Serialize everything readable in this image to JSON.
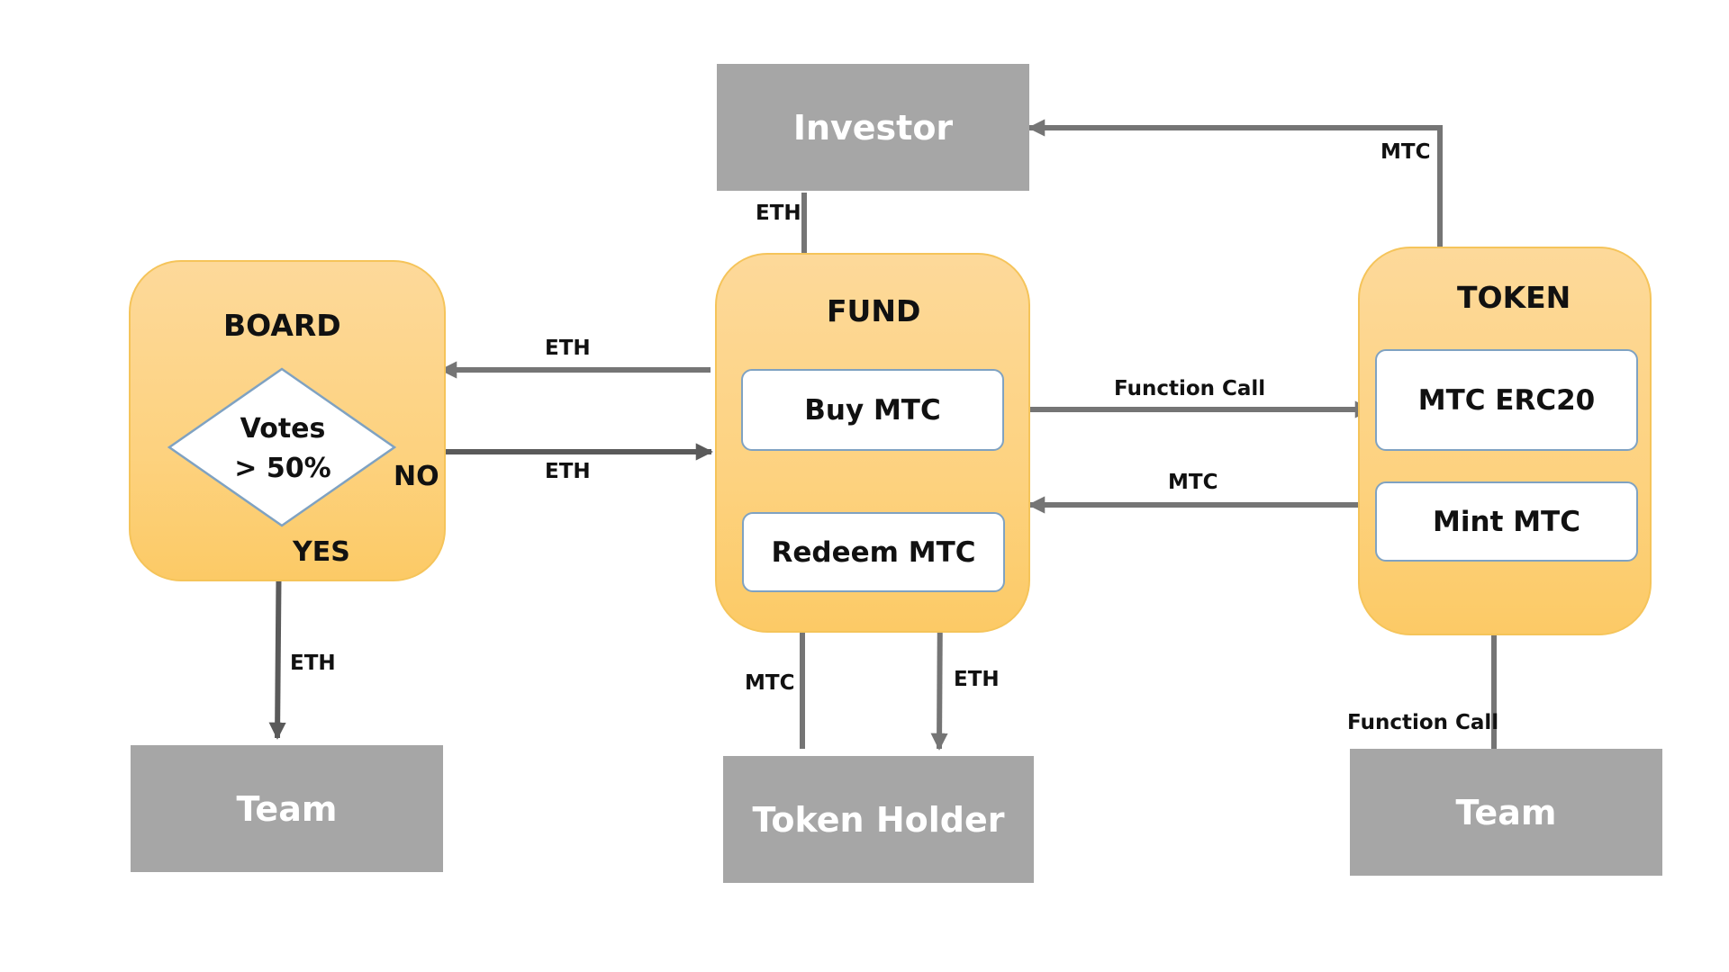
{
  "actors": {
    "investor": "Investor",
    "team_left": "Team",
    "token_holder": "Token Holder",
    "team_right": "Team"
  },
  "groups": {
    "board": {
      "title": "BOARD",
      "decision": {
        "line1": "Votes",
        "line2": "> 50%"
      },
      "no_label": "NO",
      "yes_label": "YES"
    },
    "fund": {
      "title": "FUND",
      "buy": "Buy MTC",
      "redeem": "Redeem MTC"
    },
    "token": {
      "title": "TOKEN",
      "erc20": "MTC ERC20",
      "mint": "Mint MTC"
    }
  },
  "flows": {
    "investor_to_fund": "ETH",
    "token_to_investor": "MTC",
    "fund_to_board": "ETH",
    "board_to_fund": "ETH",
    "buy_to_erc20": "Function Call",
    "mint_to_fund": "MTC",
    "board_to_team": "ETH",
    "holder_to_redeem": "MTC",
    "redeem_to_holder": "ETH",
    "team_to_mint": "Function Call"
  },
  "colors": {
    "actor_fill": "#a6a6a6",
    "group_fill": "#fdd27f",
    "arrow": "#757575",
    "function_border": "#7fa2c2"
  }
}
